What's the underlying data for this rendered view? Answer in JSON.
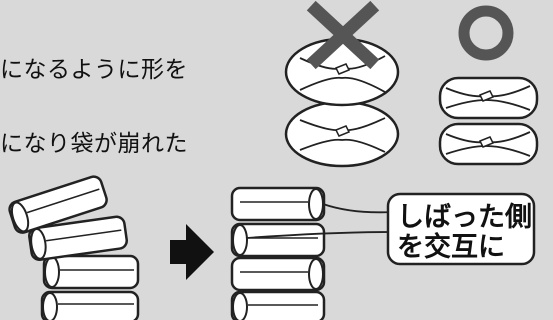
{
  "text": {
    "line1": "になるように形を",
    "line2": "になり袋が崩れた",
    "callout_line1": "しばった側",
    "callout_line2": "を交互に"
  },
  "marks": {
    "ng": "×",
    "ok": "○"
  },
  "icons": {
    "ng_mark": "cross-mark-icon",
    "ok_mark": "circle-mark-icon",
    "arrow": "right-arrow-icon"
  },
  "colors": {
    "background": "#d9d9d9",
    "mark": "#555555",
    "bag_fill": "#ffffff",
    "outline": "#222222"
  }
}
